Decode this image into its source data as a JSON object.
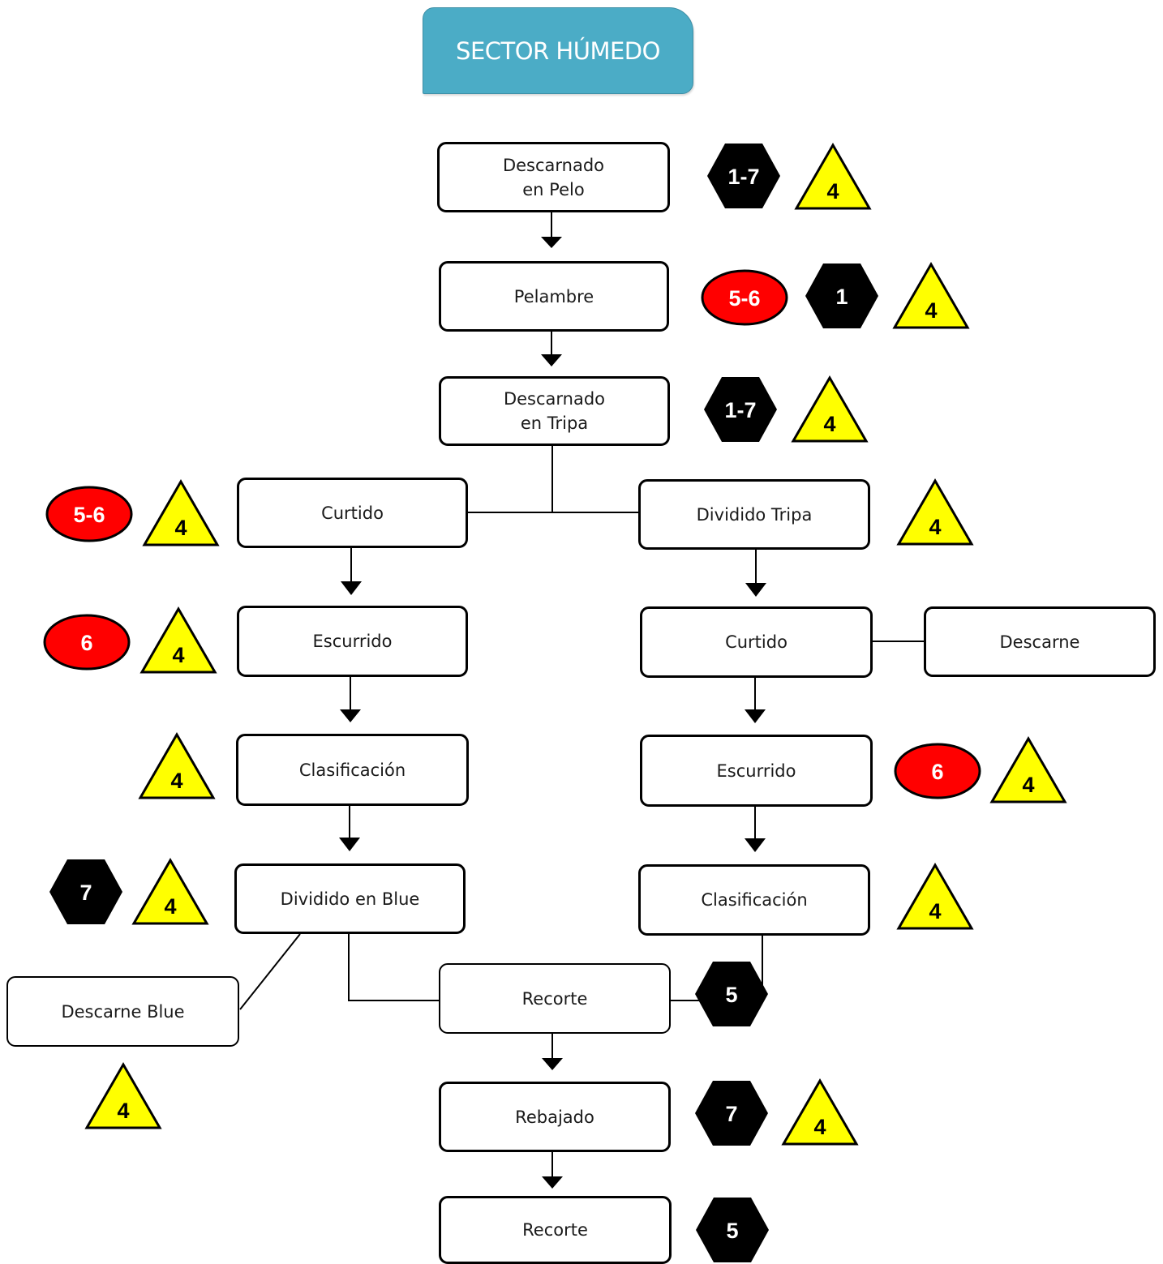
{
  "header": {
    "title": "SECTOR HÚMEDO",
    "color": "#4bacc6"
  },
  "colors": {
    "line": "#000000",
    "hazard_red": "#ff0000",
    "hazard_black": "#000000",
    "warning_yellow": "#ffff00"
  },
  "nodes": {
    "descarnado_pelo": "Descarnado\nen Pelo",
    "pelambre": "Pelambre",
    "descarnado_tripa": "Descarnado\nen Tripa",
    "curtido_left": "Curtido",
    "dividido_tripa": "Dividido Tripa",
    "escurrido_left": "Escurrido",
    "curtido_right": "Curtido",
    "descarne": "Descarne",
    "clasificacion_left": "Clasificación",
    "escurrido_right": "Escurrido",
    "dividido_blue": "Dividido en Blue",
    "clasificacion_right": "Clasificación",
    "descarne_blue": "Descarne Blue",
    "recorte_1": "Recorte",
    "rebajado": "Rebajado",
    "recorte_2": "Recorte"
  },
  "badges": {
    "descarnado_pelo": {
      "hexagon": "1-7",
      "triangle": "4"
    },
    "pelambre": {
      "ellipse": "5-6",
      "hexagon": "1",
      "triangle": "4"
    },
    "descarnado_tripa": {
      "hexagon": "1-7",
      "triangle": "4"
    },
    "curtido_left": {
      "ellipse": "5-6",
      "triangle": "4"
    },
    "dividido_tripa": {
      "triangle": "4"
    },
    "escurrido_left": {
      "ellipse": "6",
      "triangle": "4"
    },
    "clasificacion_left": {
      "triangle": "4"
    },
    "escurrido_right": {
      "ellipse": "6",
      "triangle": "4"
    },
    "dividido_blue": {
      "hexagon": "7",
      "triangle": "4"
    },
    "clasificacion_right": {
      "triangle": "4"
    },
    "recorte_1": {
      "hexagon": "5"
    },
    "descarne_blue": {
      "triangle": "4"
    },
    "rebajado": {
      "hexagon": "7",
      "triangle": "4"
    },
    "recorte_2": {
      "hexagon": "5"
    }
  }
}
